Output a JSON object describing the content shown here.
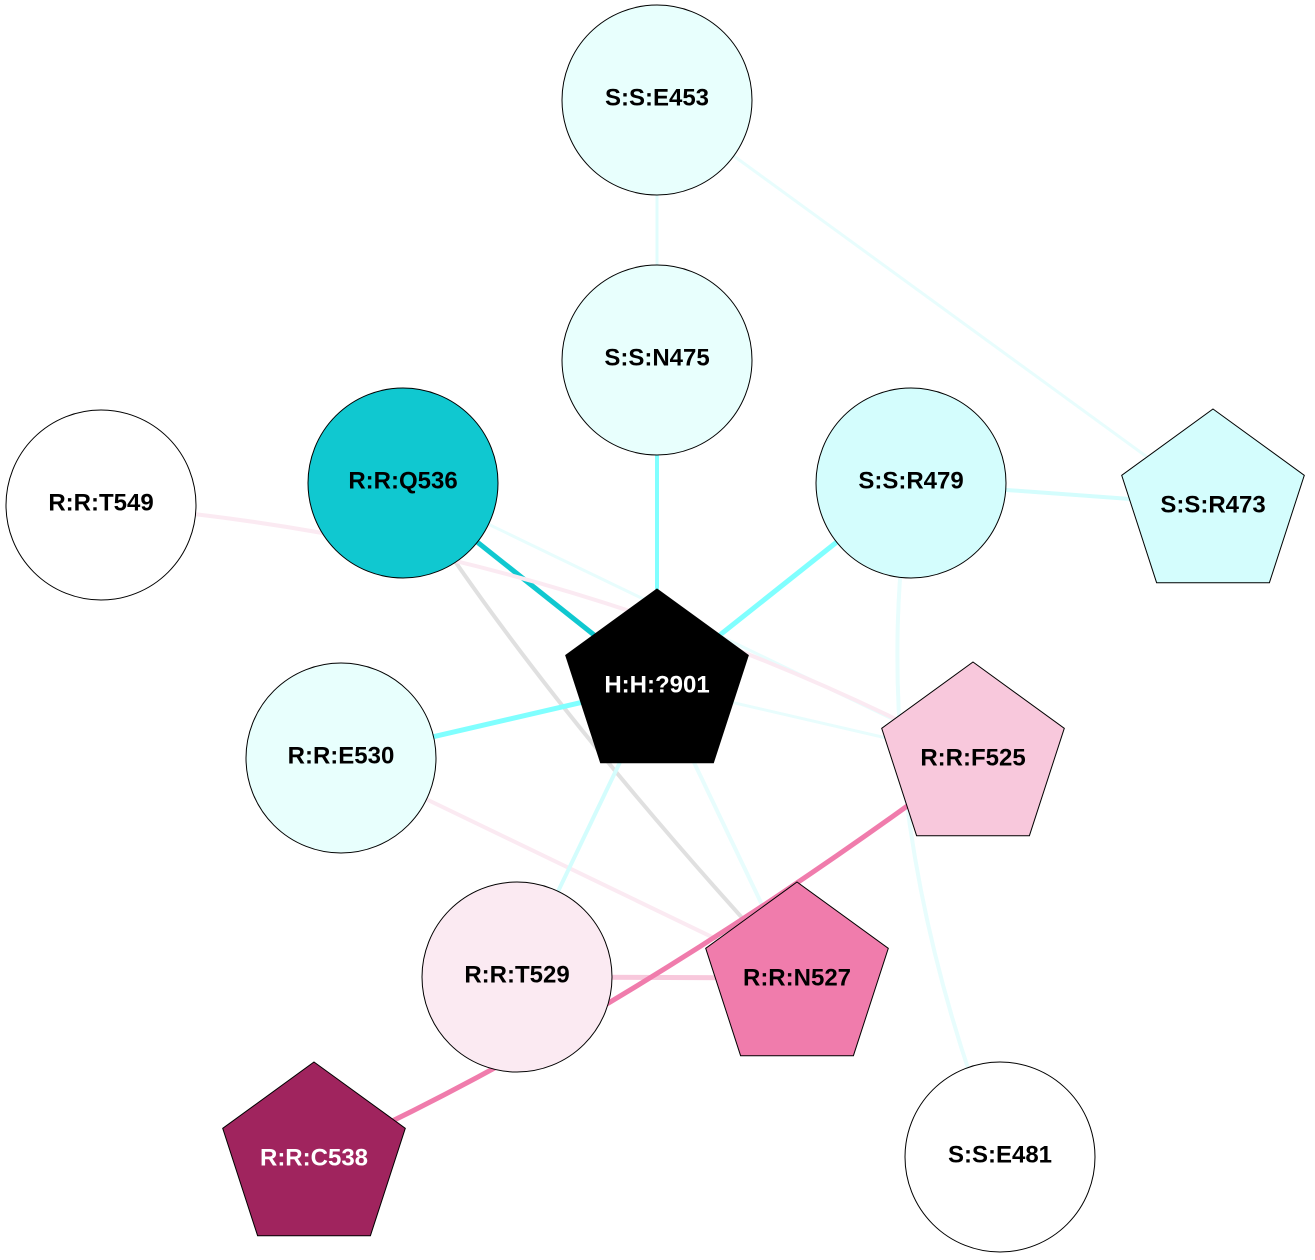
{
  "nodes": [
    {
      "id": "E453",
      "label": "S:S:E453",
      "shape": "circle",
      "fill": "#e8fffd",
      "text": "#000000"
    },
    {
      "id": "N475",
      "label": "S:S:N475",
      "shape": "circle",
      "fill": "#e8fffd",
      "text": "#000000"
    },
    {
      "id": "Q536",
      "label": "R:R:Q536",
      "shape": "circle",
      "fill": "#10c8d0",
      "text": "#000000"
    },
    {
      "id": "R479",
      "label": "S:S:R479",
      "shape": "circle",
      "fill": "#d4fdfd",
      "text": "#000000"
    },
    {
      "id": "T549",
      "label": "R:R:T549",
      "shape": "circle",
      "fill": "#ffffff",
      "text": "#000000"
    },
    {
      "id": "R473",
      "label": "S:S:R473",
      "shape": "pentagon",
      "fill": "#d4fdfd",
      "text": "#000000"
    },
    {
      "id": "H901",
      "label": "H:H:?901",
      "shape": "pentagon",
      "fill": "#000000",
      "text": "#ffffff"
    },
    {
      "id": "E530",
      "label": "R:R:E530",
      "shape": "circle",
      "fill": "#e8fffd",
      "text": "#000000"
    },
    {
      "id": "F525",
      "label": "R:R:F525",
      "shape": "pentagon",
      "fill": "#f8c8dc",
      "text": "#000000"
    },
    {
      "id": "T529",
      "label": "R:R:T529",
      "shape": "circle",
      "fill": "#fbeaf2",
      "text": "#000000"
    },
    {
      "id": "N527",
      "label": "R:R:N527",
      "shape": "pentagon",
      "fill": "#f07cac",
      "text": "#000000"
    },
    {
      "id": "C538",
      "label": "R:R:C538",
      "shape": "pentagon",
      "fill": "#a0245e",
      "text": "#ffffff"
    },
    {
      "id": "E481",
      "label": "S:S:E481",
      "shape": "circle",
      "fill": "#ffffff",
      "text": "#000000"
    }
  ],
  "edges": [
    {
      "from": "E453",
      "to": "N475",
      "color": "#e0fdfd",
      "weight": 3
    },
    {
      "from": "E453",
      "to": "R473",
      "color": "#e8fdfd",
      "weight": 3
    },
    {
      "from": "N475",
      "to": "H901",
      "color": "#80ffff",
      "weight": 4
    },
    {
      "from": "R479",
      "to": "H901",
      "color": "#80ffff",
      "weight": 5
    },
    {
      "from": "R479",
      "to": "R473",
      "color": "#d4fdfd",
      "weight": 4
    },
    {
      "from": "Q536",
      "to": "H901",
      "color": "#10c8d0",
      "weight": 5
    },
    {
      "from": "Q536",
      "to": "N527",
      "color": "#e0e0e0",
      "weight": 4
    },
    {
      "from": "Q536",
      "to": "F525",
      "color": "#e8fdfd",
      "weight": 3
    },
    {
      "from": "T549",
      "to": "F525",
      "color": "#fbeaf2",
      "weight": 4
    },
    {
      "from": "E530",
      "to": "H901",
      "color": "#80ffff",
      "weight": 5
    },
    {
      "from": "E530",
      "to": "N527",
      "color": "#fbeaf2",
      "weight": 4
    },
    {
      "from": "H901",
      "to": "F525",
      "color": "#e8fdfd",
      "weight": 3
    },
    {
      "from": "H901",
      "to": "T529",
      "color": "#d4fdfd",
      "weight": 4
    },
    {
      "from": "H901",
      "to": "N527",
      "color": "#e8fdfd",
      "weight": 4
    },
    {
      "from": "R479",
      "to": "E481",
      "color": "#e8fdfd",
      "weight": 4
    },
    {
      "from": "T529",
      "to": "N527",
      "color": "#f8c8dc",
      "weight": 5
    },
    {
      "from": "F525",
      "to": "C538",
      "color": "#f07cac",
      "weight": 5
    }
  ]
}
